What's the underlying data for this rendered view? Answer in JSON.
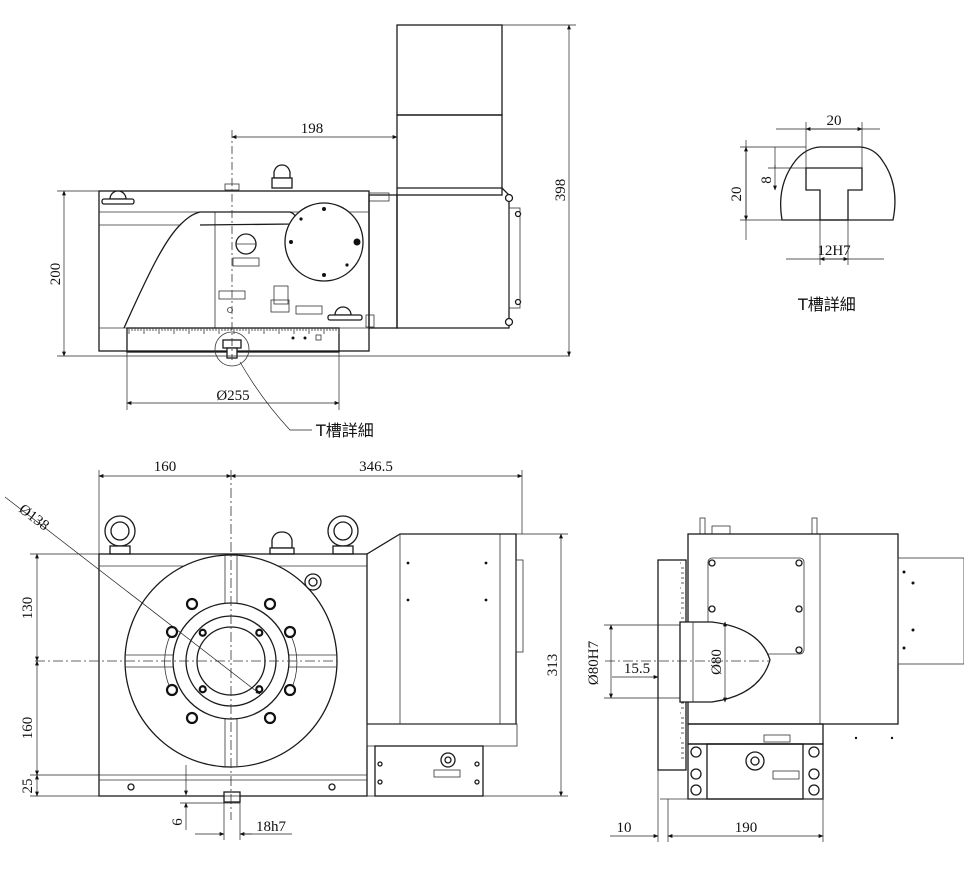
{
  "title": "",
  "top_view": {
    "dim_width": "198",
    "dim_height_left": "200",
    "dim_height_right": "398",
    "dim_table_diameter": "Ø255",
    "callout": "T槽詳細"
  },
  "tslot_detail": {
    "dim_top_width": "20",
    "dim_depth": "8",
    "dim_height": "20",
    "dim_slot": "12H7",
    "caption": "T槽詳細"
  },
  "front_view": {
    "dim_left": "160",
    "dim_right": "346.5",
    "dim_bolt_circle": "Ø138",
    "dim_upper_height": "130",
    "dim_lower_height": "160",
    "dim_base": "25",
    "dim_total_height": "313",
    "dim_key_offset": "6",
    "dim_key_width": "18h7"
  },
  "side_view": {
    "dim_bore": "Ø80H7",
    "dim_spindle": "Ø80",
    "dim_face_offset": "15.5",
    "dim_small": "10",
    "dim_base_length": "190"
  }
}
